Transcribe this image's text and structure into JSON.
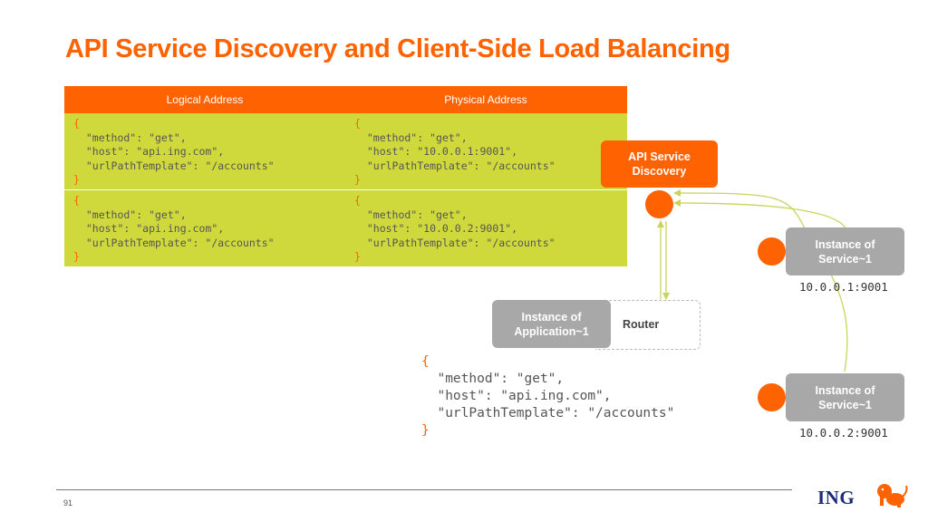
{
  "title": "API Service Discovery and Client-Side Load Balancing",
  "table": {
    "headers": [
      "Logical Address",
      "Physical Address"
    ],
    "rows": [
      {
        "logical": {
          "open": "{",
          "method": "  \"method\": \"get\",",
          "host": "  \"host\": \"api.ing.com\",",
          "path": "  \"urlPathTemplate\": \"/accounts\"",
          "close": "}"
        },
        "physical": {
          "open": "{",
          "method": "  \"method\": \"get\",",
          "host": "  \"host\": \"10.0.0.1:9001\",",
          "path": "  \"urlPathTemplate\": \"/accounts\"",
          "close": "}"
        }
      },
      {
        "logical": {
          "open": "{",
          "method": "  \"method\": \"get\",",
          "host": "  \"host\": \"api.ing.com\",",
          "path": "  \"urlPathTemplate\": \"/accounts\"",
          "close": "}"
        },
        "physical": {
          "open": "{",
          "method": "  \"method\": \"get\",",
          "host": "  \"host\": \"10.0.0.2:9001\",",
          "path": "  \"urlPathTemplate\": \"/accounts\"",
          "close": "}"
        }
      }
    ]
  },
  "diagram": {
    "discovery": {
      "line1": "API Service",
      "line2": "Discovery"
    },
    "app": {
      "line1": "Instance of",
      "line2": "Application~1"
    },
    "router": "Router",
    "service1": {
      "line1": "Instance of",
      "line2": "Service~1",
      "addr": "10.0.0.1:9001"
    },
    "service2": {
      "line1": "Instance of",
      "line2": "Service~1",
      "addr": "10.0.0.2:9001"
    }
  },
  "request": {
    "open": "{",
    "method": "  \"method\": \"get\",",
    "host": "  \"host\": \"api.ing.com\",",
    "path": "  \"urlPathTemplate\": \"/accounts\"",
    "close": "}"
  },
  "footer": {
    "page": "91",
    "logo": "ING"
  },
  "colors": {
    "accent": "#ff6200",
    "lime": "#d0d93c",
    "gray": "#a8a8a8",
    "connector": "#c9d45a",
    "navy": "#1a2c7a"
  }
}
